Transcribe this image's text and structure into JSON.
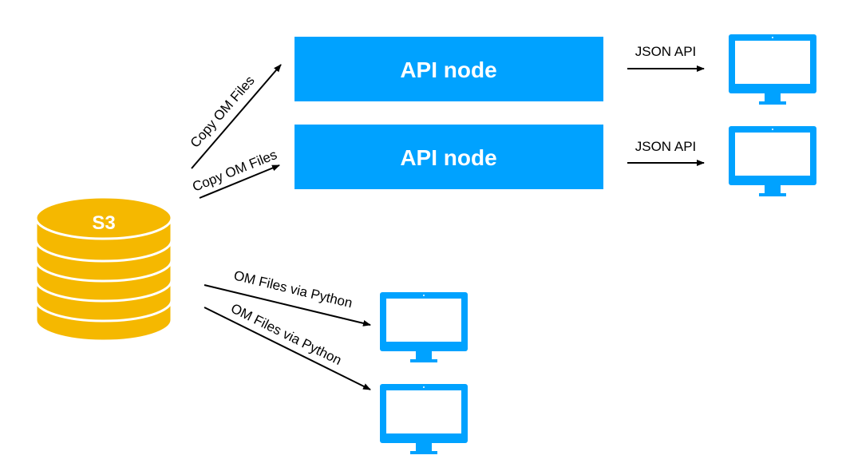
{
  "colors": {
    "api_node": "#00a2ff",
    "api_node_text": "#ffffff",
    "storage": "#f5b800",
    "storage_text": "#ffffff",
    "client": "#00a2ff",
    "arrow": "#000000"
  },
  "storage": {
    "label": "S3",
    "icon": "database-icon"
  },
  "api_nodes": [
    {
      "label": "API node"
    },
    {
      "label": "API node"
    }
  ],
  "copy_links": [
    {
      "label": "Copy OM Files"
    },
    {
      "label": "Copy OM Files"
    }
  ],
  "json_links": [
    {
      "label": "JSON API"
    },
    {
      "label": "JSON API"
    }
  ],
  "python_links": [
    {
      "label": "OM Files via Python"
    },
    {
      "label": "OM Files via Python"
    }
  ],
  "clients": {
    "icon": "monitor-icon",
    "count": 4
  }
}
